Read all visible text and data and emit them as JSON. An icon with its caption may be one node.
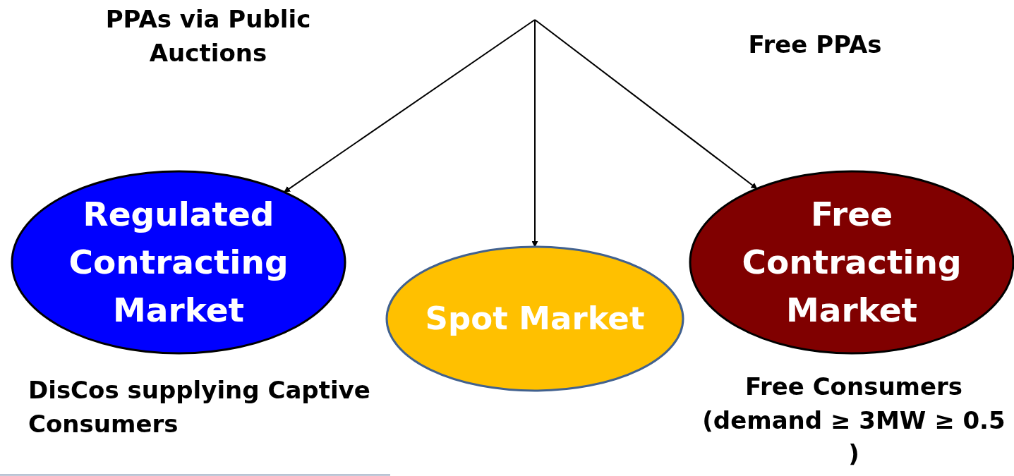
{
  "diagram": {
    "nodes": [
      {
        "text": [
          "Regulated Contracting Market"
        ],
        "beside": [
          "DisCos supplying Captive Consumers"
        ]
      },
      {
        "text": [
          "Spot Market"
        ]
      },
      {
        "text": [
          "Free Contracting Market"
        ],
        "beside": [
          "Free Consumers (demand ≥ 3MW ≥ 0.5 )"
        ]
      }
    ],
    "edges": [
      {
        "from": null,
        "to": 0,
        "arrow": "to",
        "label": "PPAs via Public Auctions"
      },
      {
        "from": null,
        "to": 1,
        "arrow": "to"
      },
      {
        "from": null,
        "to": 2,
        "arrow": "to",
        "label": "Free PPAs"
      }
    ]
  }
}
